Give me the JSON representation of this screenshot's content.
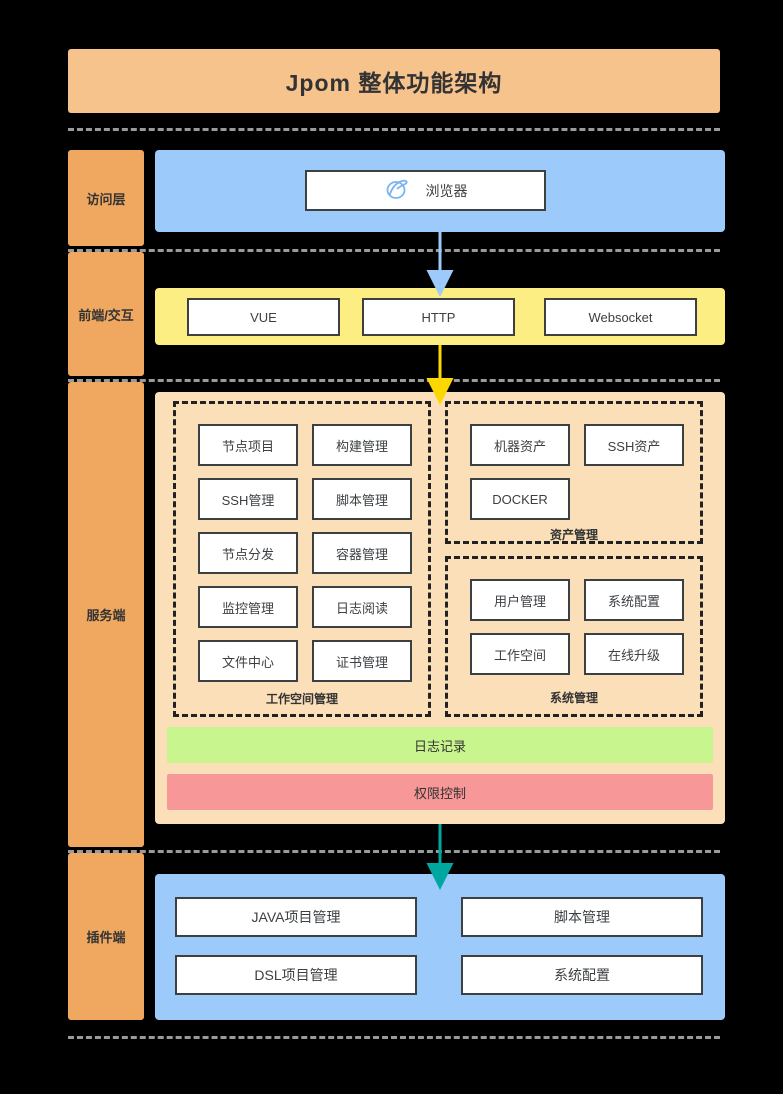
{
  "title": "Jpom 整体功能架构",
  "colors": {
    "background": "#000000",
    "title_banner": "#f7c38d",
    "sidebar": "#f0a860",
    "access_layer": "#9ccbfb",
    "frontend_layer": "#fcee83",
    "server_layer": "#fbdfb8",
    "plugin_layer": "#9ccbfb",
    "log_bar": "#c9f58e",
    "permission_bar": "#f79797",
    "separator": "#9a9a9a",
    "node_border": "#3c4043",
    "arrow_access": "#9ccbfb",
    "arrow_frontend": "#fcd800",
    "arrow_plugin": "#00a7a0"
  },
  "layers": [
    {
      "label": "访问层"
    },
    {
      "label": "前端/交互"
    },
    {
      "label": "服务端"
    },
    {
      "label": "插件端"
    }
  ],
  "access_layer": {
    "label": "访问层",
    "browser": {
      "text": "浏览器",
      "icon": "browser-globe-icon"
    }
  },
  "frontend_layer": {
    "label": "前端/交互",
    "nodes": [
      {
        "label": "VUE"
      },
      {
        "label": "HTTP"
      },
      {
        "label": "Websocket"
      }
    ]
  },
  "server_layer": {
    "label": "服务端",
    "groups": [
      {
        "name": "workspace-management",
        "label": "工作空间管理",
        "nodes": [
          {
            "label": "节点项目"
          },
          {
            "label": "构建管理"
          },
          {
            "label": "SSH管理"
          },
          {
            "label": "脚本管理"
          },
          {
            "label": "节点分发"
          },
          {
            "label": "容器管理"
          },
          {
            "label": "监控管理"
          },
          {
            "label": "日志阅读"
          },
          {
            "label": "文件中心"
          },
          {
            "label": "证书管理"
          }
        ]
      },
      {
        "name": "asset-management",
        "label": "资产管理",
        "nodes": [
          {
            "label": "机器资产"
          },
          {
            "label": "SSH资产"
          },
          {
            "label": "DOCKER"
          }
        ]
      },
      {
        "name": "system-management",
        "label": "系统管理",
        "nodes": [
          {
            "label": "用户管理"
          },
          {
            "label": "系统配置"
          },
          {
            "label": "工作空间"
          },
          {
            "label": "在线升级"
          }
        ]
      }
    ],
    "bars": [
      {
        "name": "log-record",
        "label": "日志记录"
      },
      {
        "name": "permission-control",
        "label": "权限控制"
      }
    ]
  },
  "plugin_layer": {
    "label": "插件端",
    "nodes": [
      {
        "label": "JAVA项目管理"
      },
      {
        "label": "脚本管理"
      },
      {
        "label": "DSL项目管理"
      },
      {
        "label": "系统配置"
      }
    ]
  }
}
